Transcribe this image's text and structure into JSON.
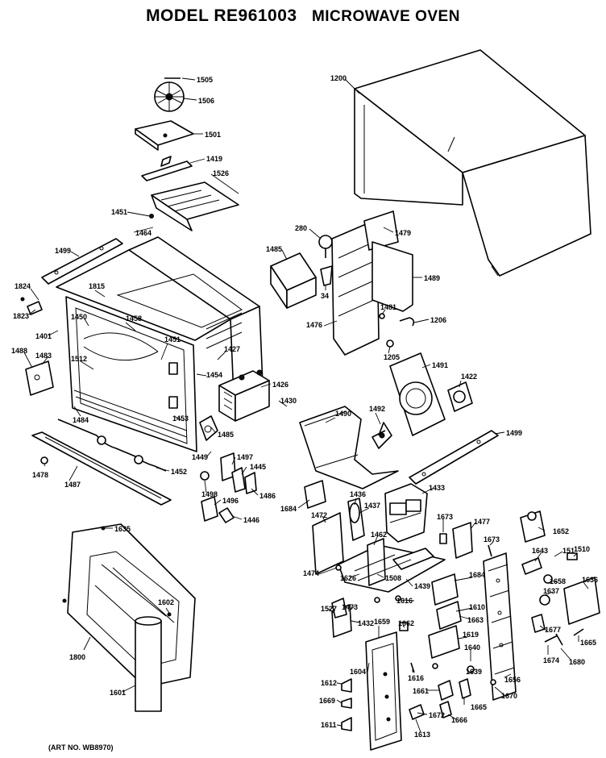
{
  "title": {
    "model": "MODEL RE961003",
    "name": "MICROWAVE OVEN"
  },
  "art_no": "(ART NO. WB8970)",
  "parts": [
    {
      "id": "p1505",
      "num": "1505"
    },
    {
      "id": "p1506",
      "num": "1506"
    },
    {
      "id": "p1501",
      "num": "1501"
    },
    {
      "id": "p1419",
      "num": "1419"
    },
    {
      "id": "p1526",
      "num": "1526"
    },
    {
      "id": "p1451",
      "num": "1451"
    },
    {
      "id": "p1464",
      "num": "1464"
    },
    {
      "id": "p1499",
      "num": "1499"
    },
    {
      "id": "p1824",
      "num": "1824"
    },
    {
      "id": "p1823",
      "num": "1823"
    },
    {
      "id": "p1401",
      "num": "1401"
    },
    {
      "id": "p1450",
      "num": "1450"
    },
    {
      "id": "p1815",
      "num": "1815"
    },
    {
      "id": "p1458",
      "num": "1458"
    },
    {
      "id": "p1488",
      "num": "1488"
    },
    {
      "id": "p1483",
      "num": "1483"
    },
    {
      "id": "p1512",
      "num": "1512"
    },
    {
      "id": "p1451b",
      "num": "1451"
    },
    {
      "id": "p1427",
      "num": "1427"
    },
    {
      "id": "p1454",
      "num": "1454"
    },
    {
      "id": "p1426",
      "num": "1426"
    },
    {
      "id": "p1484",
      "num": "1484"
    },
    {
      "id": "p1453",
      "num": "1453"
    },
    {
      "id": "p1485",
      "num": "1485"
    },
    {
      "id": "p1430",
      "num": "1430"
    },
    {
      "id": "p1449",
      "num": "1449"
    },
    {
      "id": "p1497",
      "num": "1497"
    },
    {
      "id": "p1445",
      "num": "1445"
    },
    {
      "id": "p1452",
      "num": "1452"
    },
    {
      "id": "p1478",
      "num": "1478"
    },
    {
      "id": "p1487",
      "num": "1487"
    },
    {
      "id": "p1498",
      "num": "1498"
    },
    {
      "id": "p1496",
      "num": "1496"
    },
    {
      "id": "p1486",
      "num": "1486"
    },
    {
      "id": "p1446",
      "num": "1446"
    },
    {
      "id": "p1635",
      "num": "1635"
    },
    {
      "id": "p1200",
      "num": "1200"
    },
    {
      "id": "p280",
      "num": "280"
    },
    {
      "id": "p1479",
      "num": "1479"
    },
    {
      "id": "p1485b",
      "num": "1485"
    },
    {
      "id": "p34",
      "num": "34"
    },
    {
      "id": "p1489",
      "num": "1489"
    },
    {
      "id": "p1476",
      "num": "1476"
    },
    {
      "id": "p1481",
      "num": "1481"
    },
    {
      "id": "p1206",
      "num": "1206"
    },
    {
      "id": "p1205",
      "num": "1205"
    },
    {
      "id": "p1491",
      "num": "1491"
    },
    {
      "id": "p1422",
      "num": "1422"
    },
    {
      "id": "p1490",
      "num": "1490"
    },
    {
      "id": "p1492",
      "num": "1492"
    },
    {
      "id": "p1499b",
      "num": "1499"
    },
    {
      "id": "p1684",
      "num": "1684"
    },
    {
      "id": "p1436",
      "num": "1436"
    },
    {
      "id": "p1437",
      "num": "1437"
    },
    {
      "id": "p1433",
      "num": "1433"
    },
    {
      "id": "p1472",
      "num": "1472"
    },
    {
      "id": "p1673",
      "num": "1673"
    },
    {
      "id": "p1477",
      "num": "1477"
    },
    {
      "id": "p1462",
      "num": "1462"
    },
    {
      "id": "p1652",
      "num": "1652"
    },
    {
      "id": "p1673b",
      "num": "1673"
    },
    {
      "id": "p1474",
      "num": "1474"
    },
    {
      "id": "p1626",
      "num": "1626"
    },
    {
      "id": "p1508",
      "num": "1508"
    },
    {
      "id": "p1439",
      "num": "1439"
    },
    {
      "id": "p1643",
      "num": "1643"
    },
    {
      "id": "p151",
      "num": "151"
    },
    {
      "id": "p1510",
      "num": "1510"
    },
    {
      "id": "p1684b",
      "num": "1684"
    },
    {
      "id": "p1637",
      "num": "1637"
    },
    {
      "id": "p1658",
      "num": "1658"
    },
    {
      "id": "p1636",
      "num": "1636"
    },
    {
      "id": "p1473",
      "num": "1473"
    },
    {
      "id": "p1616",
      "num": "1616"
    },
    {
      "id": "p1610",
      "num": "1610"
    },
    {
      "id": "p1527",
      "num": "1527"
    },
    {
      "id": "p1432",
      "num": "1432"
    },
    {
      "id": "p1659",
      "num": "1659"
    },
    {
      "id": "p1662",
      "num": "1662"
    },
    {
      "id": "p1663",
      "num": "1663"
    },
    {
      "id": "p1800",
      "num": "1800"
    },
    {
      "id": "p1602",
      "num": "1602"
    },
    {
      "id": "p1677",
      "num": "1677"
    },
    {
      "id": "p1665",
      "num": "1665"
    },
    {
      "id": "p1604",
      "num": "1604"
    },
    {
      "id": "p1619",
      "num": "1619"
    },
    {
      "id": "p1640",
      "num": "1640"
    },
    {
      "id": "p1674",
      "num": "1674"
    },
    {
      "id": "p1680",
      "num": "1680"
    },
    {
      "id": "p1616b",
      "num": "1616"
    },
    {
      "id": "p1639",
      "num": "1639"
    },
    {
      "id": "p1656",
      "num": "1656"
    },
    {
      "id": "p1612",
      "num": "1612"
    },
    {
      "id": "p1601",
      "num": "1601"
    },
    {
      "id": "p1661",
      "num": "1661"
    },
    {
      "id": "p1670",
      "num": "1670"
    },
    {
      "id": "p1669",
      "num": "1669"
    },
    {
      "id": "p1665b",
      "num": "1665"
    },
    {
      "id": "p1672",
      "num": "1672"
    },
    {
      "id": "p1666",
      "num": "1666"
    },
    {
      "id": "p1611",
      "num": "1611"
    },
    {
      "id": "p1613",
      "num": "1613"
    }
  ]
}
